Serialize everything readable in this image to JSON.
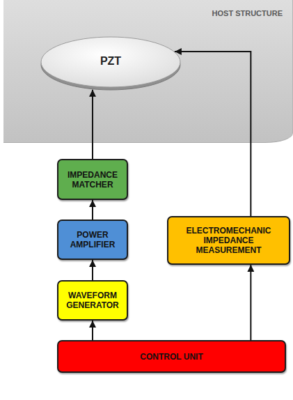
{
  "diagram": {
    "nodes": [
      {
        "text": [
          "HOST STRUCTURE"
        ]
      },
      {
        "text": [
          "PZT"
        ],
        "in": 0
      },
      {
        "text": [
          "IMPEDANCE MATCHER"
        ]
      },
      {
        "text": [
          "POWER AMPLIFIER"
        ]
      },
      {
        "text": [
          "WAVEFORM GENERATOR"
        ]
      },
      {
        "text": [
          "ELECTROMECHANIC IMPEDANCE MEASUREMENT"
        ]
      },
      {
        "text": [
          "CONTROL UNIT"
        ]
      }
    ],
    "edges": [
      {
        "from": 6,
        "to": 4,
        "arrow": "to"
      },
      {
        "from": 4,
        "to": 3,
        "arrow": "to"
      },
      {
        "from": 3,
        "to": 2,
        "arrow": "to"
      },
      {
        "from": 2,
        "to": 1,
        "arrow": "to"
      },
      {
        "from": 6,
        "to": 5,
        "arrow": "to"
      },
      {
        "from": 5,
        "to": 1,
        "arrow": "to"
      }
    ]
  }
}
